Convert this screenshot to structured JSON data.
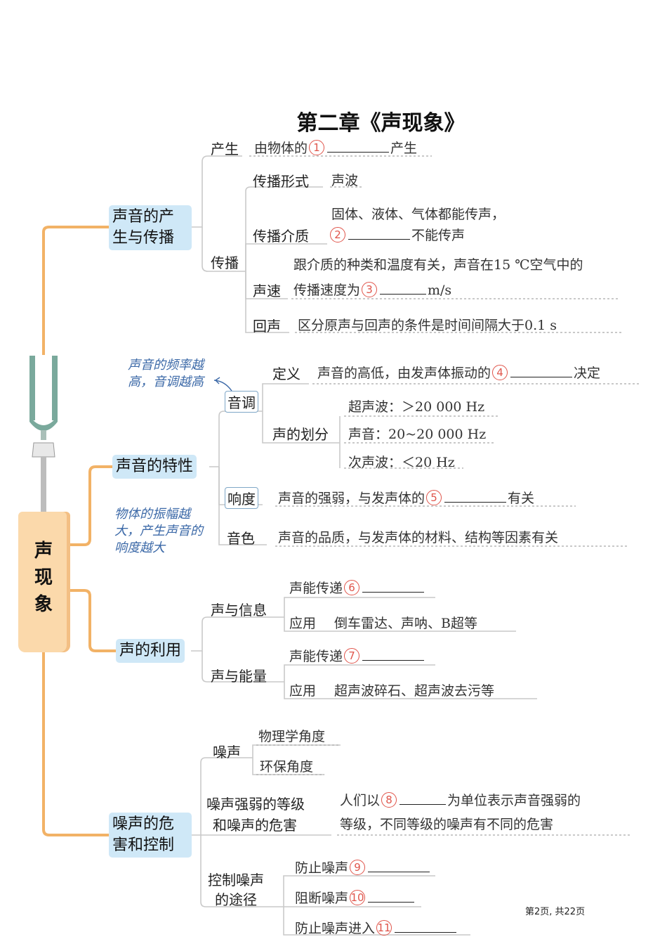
{
  "page_title": "第二章《声现象》",
  "root": "声现象",
  "footer": "第2页, 共22页",
  "colors": {
    "wire": "#f2b266",
    "node_fill": "#cfe8f7",
    "blank_number": "#e0554b",
    "note": "#3d6aa8",
    "root_fill": "#fbd9ab"
  },
  "section1": {
    "title": "声音的产生与传播",
    "produce": {
      "label": "产生",
      "text_before": "由物体的",
      "num": "1",
      "text_after": "产生"
    },
    "spread": {
      "label": "传播",
      "form": {
        "label": "传播形式",
        "text": "声波"
      },
      "medium": {
        "label": "传播介质",
        "line1": "固体、液体、气体都能传声，",
        "num": "2",
        "after": "不能传声"
      },
      "speed": {
        "label": "声速",
        "line1": "跟介质的种类和温度有关，声音在15 ℃空气中的",
        "line2_before": "传播速度为",
        "num": "3",
        "unit": "m/s"
      },
      "echo": {
        "label": "回声",
        "text": "区分原声与回声的条件是时间间隔大于0.1 s"
      }
    }
  },
  "section2": {
    "title": "声音的特性",
    "pitch": {
      "label": "音调",
      "note": "声音的频率越高，音调越高",
      "def": {
        "label": "定义",
        "before": "声音的高低，由发声体振动的",
        "num": "4",
        "after": "决定"
      },
      "division": {
        "label": "声的划分",
        "items": [
          {
            "label": "超声波：",
            "value": "＞20 000 Hz"
          },
          {
            "label": "声音：",
            "value": "20~20 000 Hz"
          },
          {
            "label": "次声波：",
            "value": "＜20 Hz"
          }
        ]
      }
    },
    "loudness": {
      "label": "响度",
      "before": "声音的强弱，与发声体的",
      "num": "5",
      "after": "有关",
      "note": "物体的振幅越大，产生声音的响度越大"
    },
    "timbre": {
      "label": "音色",
      "text": "声音的品质，与发声体的材料、结构等因素有关"
    }
  },
  "section3": {
    "title": "声的利用",
    "info": {
      "label": "声与信息",
      "transfer": {
        "label": "声能传递",
        "num": "6"
      },
      "app": {
        "label": "应用",
        "text": "倒车雷达、声呐、B超等"
      }
    },
    "energy": {
      "label": "声与能量",
      "transfer": {
        "label": "声能传递",
        "num": "7"
      },
      "app": {
        "label": "应用",
        "text": "超声波碎石、超声波去污等"
      }
    }
  },
  "section4": {
    "title": "噪声的危害和控制",
    "noise": {
      "label": "噪声",
      "items": [
        "物理学角度",
        "环保角度"
      ]
    },
    "level": {
      "label_line1": "噪声强弱的等级",
      "label_line2": "和噪声的危害",
      "before": "人们以",
      "num": "8",
      "after": "为单位表示声音强弱的",
      "line2": "等级，不同等级的噪声有不同的危害"
    },
    "control": {
      "label_line1": "控制噪声",
      "label_line2": "的途径",
      "items": [
        {
          "label": "防止噪声",
          "num": "9"
        },
        {
          "label": "阻断噪声",
          "num": "10"
        },
        {
          "label": "防止噪声进入",
          "num": "11"
        }
      ]
    }
  }
}
